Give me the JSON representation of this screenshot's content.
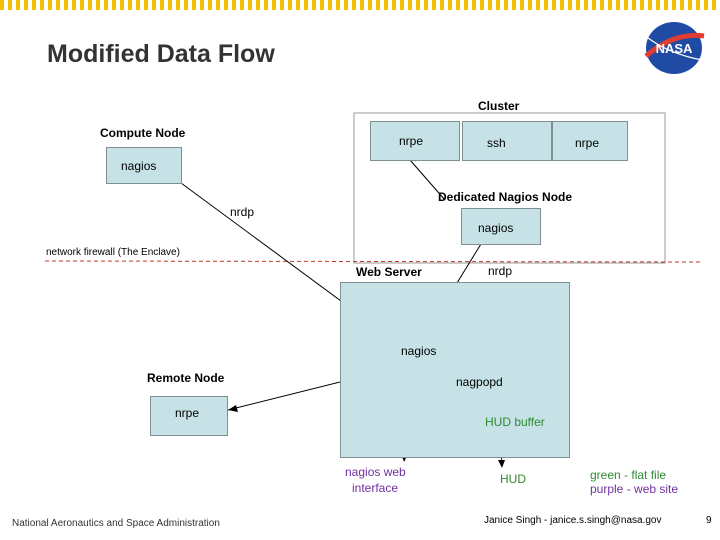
{
  "slide": {
    "title": "Modified Data Flow",
    "agency": "National Aeronautics and Space Administration",
    "author": "Janice Singh - janice.s.singh@nasa.gov",
    "page_number": "9",
    "logo_text": "NASA"
  },
  "colors": {
    "accent_stripe": "#f2c200",
    "box_fill": "#c6e2e6",
    "firewall_line": "#c0392b",
    "green_legend": "#2e8b2e",
    "purple_legend": "#7030a0"
  },
  "diagram": {
    "cluster_label": "Cluster",
    "compute_node_label": "Compute Node",
    "compute_nrpe": "nrpe",
    "compute_nagios": "nagios",
    "cluster_ssh": "ssh",
    "cluster_nrpe": "nrpe",
    "dedicated_node_label": "Dedicated Nagios Node",
    "dedicated_nagios": "nagios",
    "nrdp_left": "nrdp",
    "firewall_label": "network firewall (The Enclave)",
    "web_server_label": "Web Server",
    "nrdp_right": "nrdp",
    "web_nagios": "nagios",
    "remote_node_label": "Remote Node",
    "remote_nrpe": "nrpe",
    "nagpopd": "nagpopd",
    "hud_buffer": "HUD buffer",
    "web_interface_line1": "nagios web",
    "web_interface_line2": "interface",
    "hud": "HUD"
  },
  "legend": {
    "green": "green  - flat file",
    "purple": "purple  - web site"
  }
}
